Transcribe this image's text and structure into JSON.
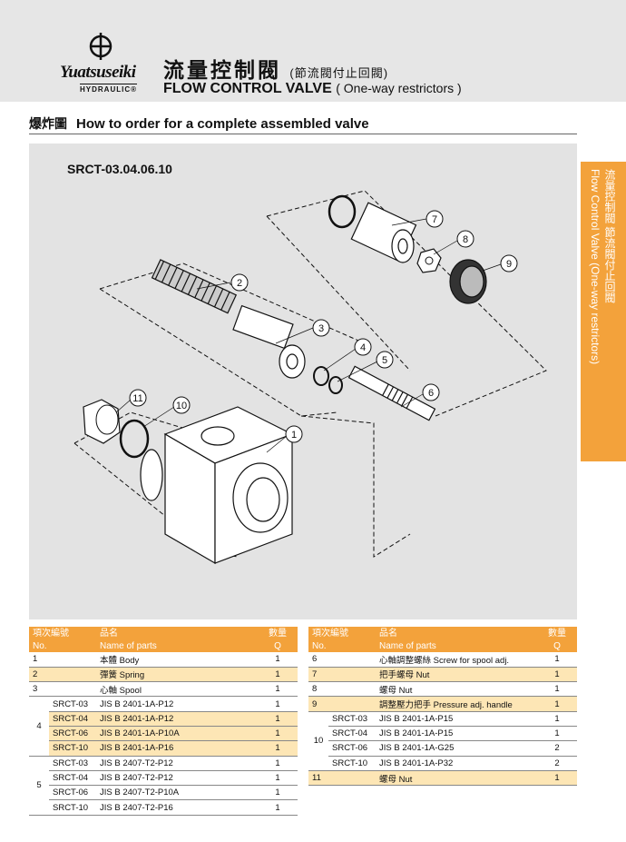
{
  "brand": {
    "name": "Yuatsuseiki",
    "sub": "HYDRAULIC",
    "reg": "®"
  },
  "title": {
    "zh": "流量控制閥",
    "zh_paren": "(節流閥付止回閥)",
    "en": "FLOW CONTROL VALVE",
    "en_paren": "( One-way restrictors )"
  },
  "section": {
    "zh": "爆炸圖",
    "en": "How to order for a complete assembled valve"
  },
  "side_tab": {
    "zh": "流量控制閥 節流閥付止回閥",
    "en": "Flow Control Valve (One-way restrictors)"
  },
  "diagram": {
    "model": "SRCT-03.04.06.10",
    "callouts": [
      "1",
      "2",
      "3",
      "4",
      "5",
      "6",
      "7",
      "8",
      "9",
      "10",
      "11"
    ]
  },
  "headers": {
    "no_zh": "項次編號",
    "no_en": "No.",
    "name_zh": "品名",
    "name_en": "Name of parts",
    "q_zh": "數量",
    "q_en": "Q"
  },
  "table_left": [
    {
      "no": "1",
      "sub": "",
      "name": "本體 Body",
      "q": "1",
      "hl": false
    },
    {
      "no": "2",
      "sub": "",
      "name": "彈簧 Spring",
      "q": "1",
      "hl": true
    },
    {
      "no": "3",
      "sub": "",
      "name": "心軸 Spool",
      "q": "1",
      "hl": false
    },
    {
      "no": "4",
      "sub": "SRCT-03",
      "name": "JIS B 2401-1A-P12",
      "q": "1",
      "hl": false
    },
    {
      "no": "",
      "sub": "SRCT-04",
      "name": "JIS B 2401-1A-P12",
      "q": "1",
      "hl": true
    },
    {
      "no": "",
      "sub": "SRCT-06",
      "name": "JIS B 2401-1A-P10A",
      "q": "1",
      "hl": true
    },
    {
      "no": "",
      "sub": "SRCT-10",
      "name": "JIS B 2401-1A-P16",
      "q": "1",
      "hl": true
    },
    {
      "no": "5",
      "sub": "SRCT-03",
      "name": "JIS B 2407-T2-P12",
      "q": "1",
      "hl": false
    },
    {
      "no": "",
      "sub": "SRCT-04",
      "name": "JIS B 2407-T2-P12",
      "q": "1",
      "hl": false
    },
    {
      "no": "",
      "sub": "SRCT-06",
      "name": "JIS B 2407-T2-P10A",
      "q": "1",
      "hl": false
    },
    {
      "no": "",
      "sub": "SRCT-10",
      "name": "JIS B 2407-T2-P16",
      "q": "1",
      "hl": false
    }
  ],
  "table_right": [
    {
      "no": "6",
      "sub": "",
      "name": "心軸調整螺絲 Screw for spool adj.",
      "q": "1",
      "hl": false
    },
    {
      "no": "7",
      "sub": "",
      "name": "把手螺母 Nut",
      "q": "1",
      "hl": true
    },
    {
      "no": "8",
      "sub": "",
      "name": "螺母 Nut",
      "q": "1",
      "hl": false
    },
    {
      "no": "9",
      "sub": "",
      "name": "調整壓力把手 Pressure adj. handle",
      "q": "1",
      "hl": true
    },
    {
      "no": "10",
      "sub": "SRCT-03",
      "name": "JIS B 2401-1A-P15",
      "q": "1",
      "hl": false
    },
    {
      "no": "",
      "sub": "SRCT-04",
      "name": "JIS B 2401-1A-P15",
      "q": "1",
      "hl": false
    },
    {
      "no": "",
      "sub": "SRCT-06",
      "name": "JIS B 2401-1A-G25",
      "q": "2",
      "hl": false
    },
    {
      "no": "",
      "sub": "SRCT-10",
      "name": "JIS B 2401-1A-P32",
      "q": "2",
      "hl": false
    },
    {
      "no": "11",
      "sub": "",
      "name": "螺母 Nut",
      "q": "1",
      "hl": true
    }
  ]
}
